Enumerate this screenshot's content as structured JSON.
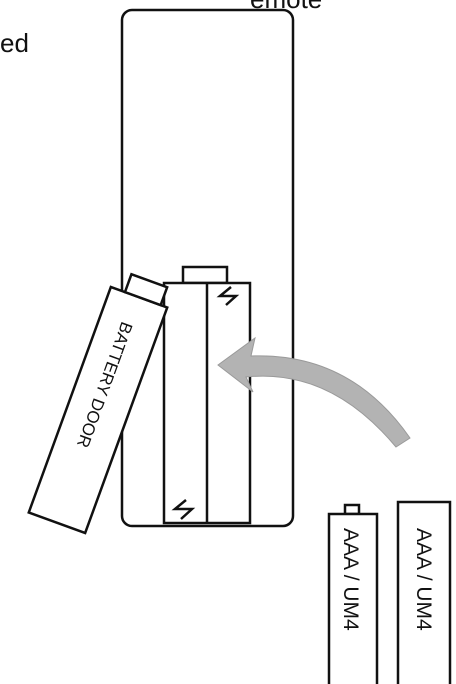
{
  "caption": {
    "line1": "emote",
    "line2": "ed"
  },
  "labels": {
    "battery_door": "BATTERY DOOR",
    "battery_1": "AAA / UM4",
    "battery_2": "AAA / UM4"
  },
  "colors": {
    "line": "#111111",
    "arrow": "#b3b3b3",
    "background": "#ffffff"
  }
}
